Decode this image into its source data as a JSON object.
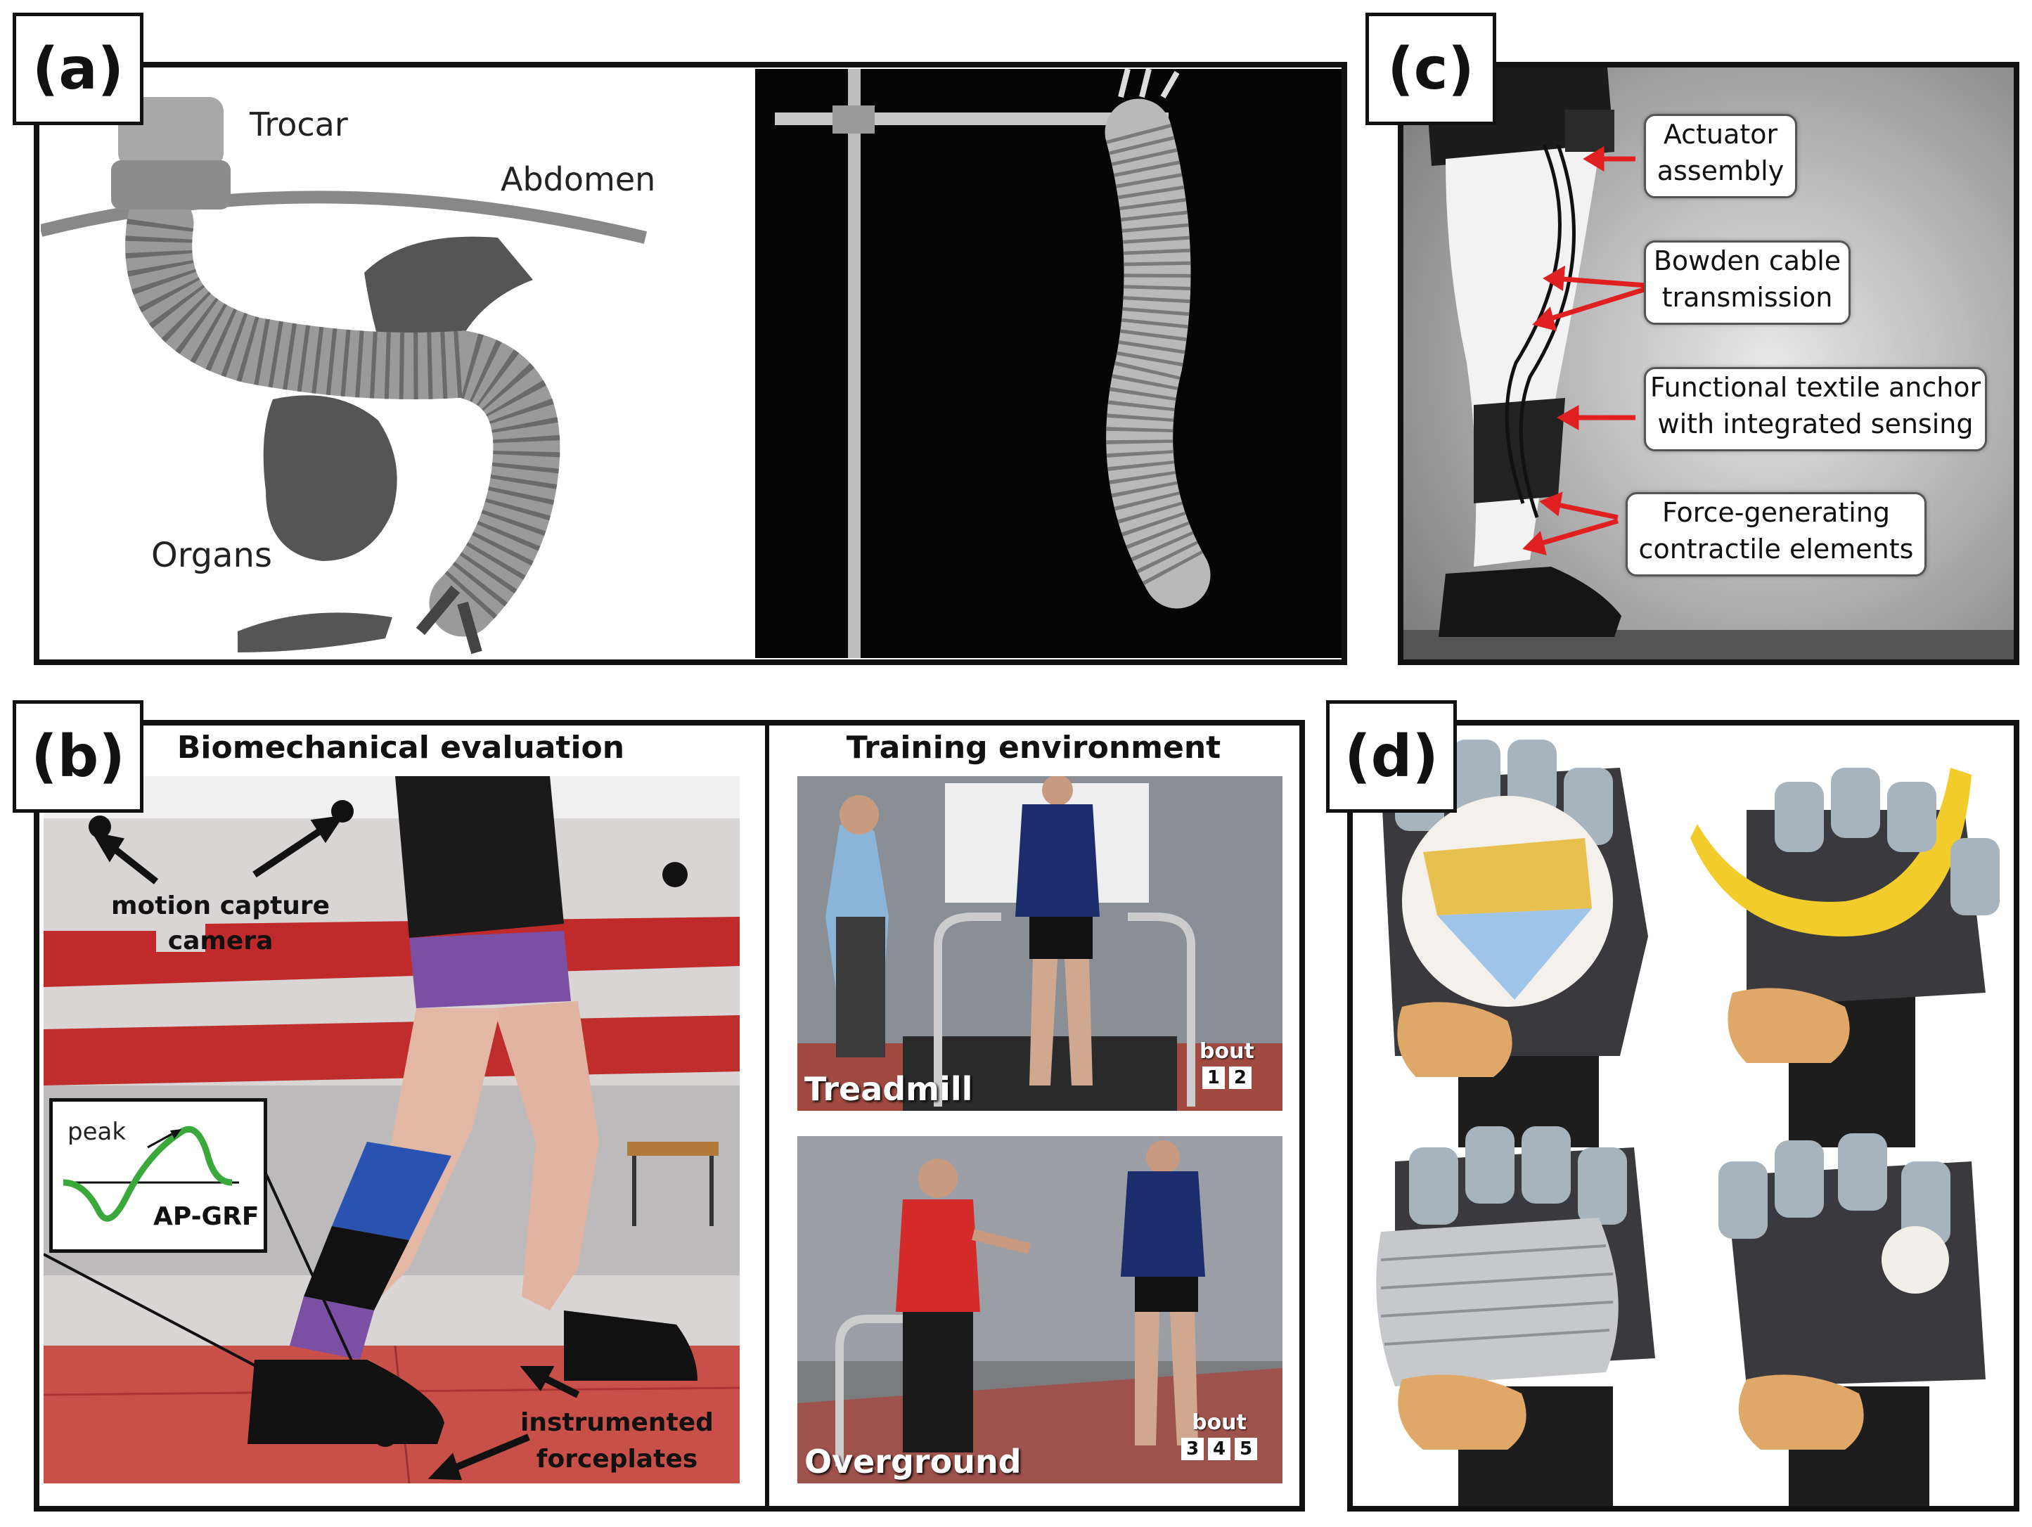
{
  "panels": {
    "a": {
      "label": "(a)",
      "annotations": {
        "trocar": "Trocar",
        "abdomen": "Abdomen",
        "organs": "Organs"
      }
    },
    "b": {
      "label": "(b)",
      "title_left": "Biomechanical  evaluation",
      "title_right": "Training environment",
      "motion_capture": "motion capture\ncamera",
      "forceplates": "instrumented\nforceplates",
      "inset_peak": "peak",
      "inset_label": "AP-GRF",
      "treadmill": "Treadmill",
      "overground": "Overground",
      "bout": "bout",
      "bouts_treadmill": [
        "1",
        "2"
      ],
      "bouts_overground": [
        "3",
        "4",
        "5"
      ]
    },
    "c": {
      "label": "(c)",
      "callouts": [
        "Actuator\nassembly",
        "Bowden cable\ntransmission",
        "Functional textile anchor\nwith integrated sensing",
        "Force-generating\ncontractile elements"
      ]
    },
    "d": {
      "label": "(d)"
    }
  },
  "colors": {
    "border": "#111111",
    "arrow_red": "#e02020",
    "inset_curve": "#3aa83a",
    "floor_red": "#c85048"
  }
}
